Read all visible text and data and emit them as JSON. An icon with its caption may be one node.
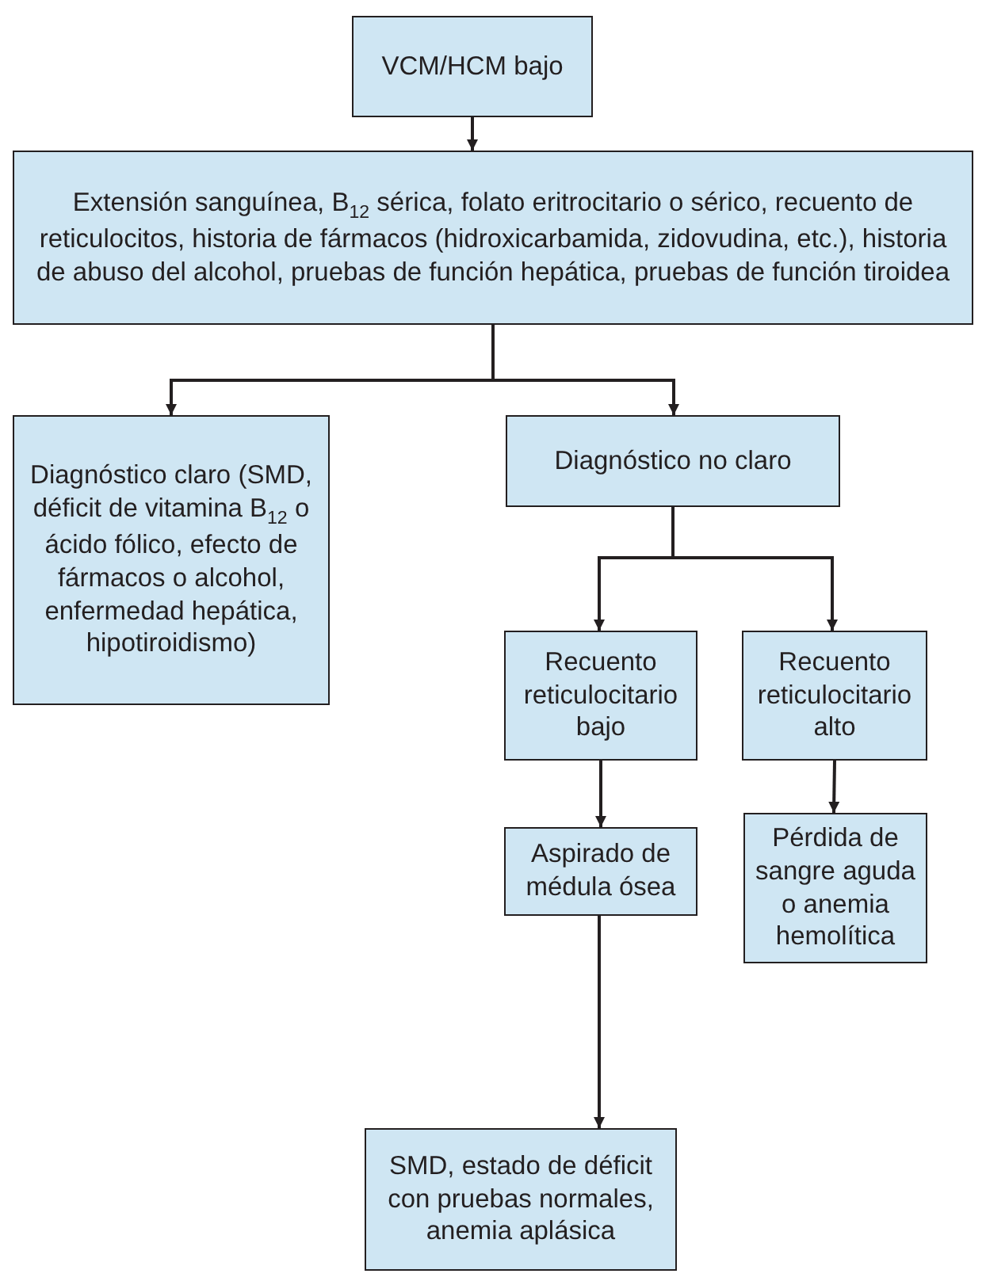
{
  "diagram": {
    "nodes": [
      {
        "text": [
          "VCM/HCM bajo"
        ]
      },
      {
        "text": [
          "Extensión sanguínea, B$_{12}$ sérica, folato eritrocitario o sérico, recuento de reticulocitos, historia de fármacos (hidroxicarbamida, zidovudina, etc.), historia de abuso del alcohol, pruebas de función hepática, pruebas de función tiroidea"
        ]
      },
      {
        "text": [
          "Diagnóstico claro (SMD, déficit de vitamina B$_{12}$ o ácido fólico, efecto de fármacos o alcohol, enfermedad hepática, hipotiroidismo)"
        ]
      },
      {
        "text": [
          "Diagnóstico no claro"
        ]
      },
      {
        "text": [
          "Recuento reticulocitario bajo"
        ]
      },
      {
        "text": [
          "Recuento reticulocitario alto"
        ]
      },
      {
        "text": [
          "Aspirado de médula ósea"
        ]
      },
      {
        "text": [
          "Pérdida de sangre aguda o anemia hemolítica"
        ]
      },
      {
        "text": [
          "SMD, estado de déficit con pruebas normales, anemia aplásica"
        ]
      }
    ],
    "edges": [
      {
        "from": 0,
        "to": 1,
        "arrow": "to"
      },
      {
        "from": 1,
        "to": 2,
        "arrow": "to"
      },
      {
        "from": 1,
        "to": 3,
        "arrow": "to"
      },
      {
        "from": 3,
        "to": 4,
        "arrow": "to"
      },
      {
        "from": 3,
        "to": 5,
        "arrow": "to"
      },
      {
        "from": 4,
        "to": 6,
        "arrow": "to"
      },
      {
        "from": 5,
        "to": 7,
        "arrow": "to"
      },
      {
        "from": 6,
        "to": 8,
        "arrow": "to"
      }
    ]
  }
}
